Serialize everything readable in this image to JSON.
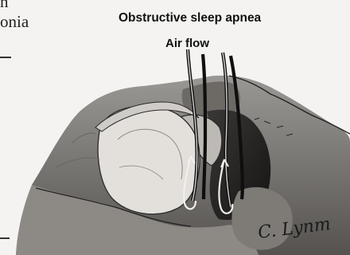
{
  "page_fragments": [
    "n",
    "onia"
  ],
  "figure": {
    "title": "Obstructive sleep apnea",
    "airflow_label": "Air flow",
    "signature": "C. Lynm"
  }
}
